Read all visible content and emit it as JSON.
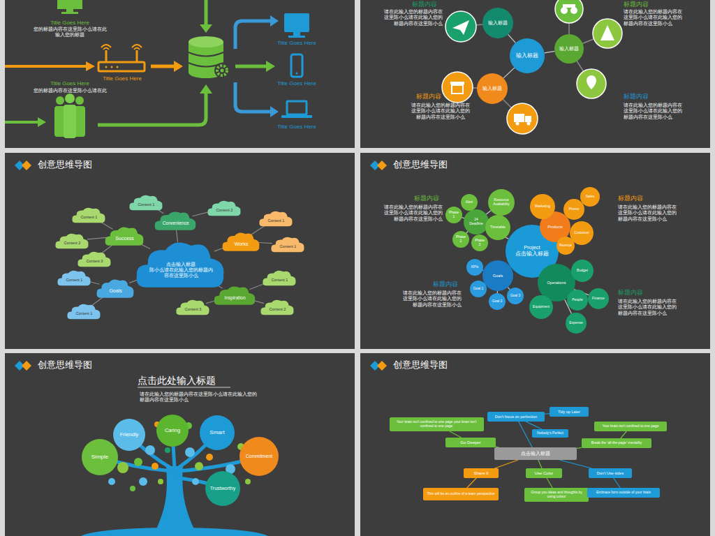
{
  "diagram": {
    "nodes": [
      {
        "text": [
          "输入标题"
        ]
      },
      {
        "text": [
          "输入标题"
        ]
      },
      {
        "text": [
          "输入标题"
        ]
      },
      {
        "text": [
          "输入标题"
        ]
      },
      {
        "text": [
          "点击输入标题",
          "陈小么请在此输入您的标题内容在这里陈小么"
        ]
      },
      {
        "text": [
          "Success"
        ]
      },
      {
        "text": [
          "Goals"
        ]
      },
      {
        "text": [
          "Convenience"
        ]
      },
      {
        "text": [
          "Works"
        ]
      },
      {
        "text": [
          "Inspiration"
        ]
      },
      {
        "text": [
          "Content 1"
        ]
      },
      {
        "text": [
          "Content 2"
        ]
      },
      {
        "text": [
          "Content 1"
        ]
      },
      {
        "text": [
          "Content 2"
        ]
      },
      {
        "text": [
          "Content 3"
        ]
      },
      {
        "text": [
          "Content 1"
        ]
      },
      {
        "text": [
          "Content 1"
        ]
      },
      {
        "text": [
          "Content 1"
        ]
      },
      {
        "text": [
          "Content 1"
        ]
      },
      {
        "text": [
          "Content 1"
        ]
      },
      {
        "text": [
          "Content 3"
        ]
      },
      {
        "text": [
          "Content 2"
        ]
      },
      {
        "text": [
          "Project",
          "点击输入标题"
        ]
      },
      {
        "text": [
          "24",
          "Deadline"
        ]
      },
      {
        "text": [
          "Alert"
        ]
      },
      {
        "text": [
          "Resource Availability"
        ]
      },
      {
        "text": [
          "Phase 1"
        ]
      },
      {
        "text": [
          "Timetable"
        ]
      },
      {
        "text": [
          "Phase 2"
        ]
      },
      {
        "text": [
          "Phase 3"
        ]
      },
      {
        "text": [
          "Products"
        ]
      },
      {
        "text": [
          "Marketing"
        ]
      },
      {
        "text": [
          "Promo"
        ]
      },
      {
        "text": [
          "Sales"
        ]
      },
      {
        "text": [
          "Customer"
        ]
      },
      {
        "text": [
          "Revenue"
        ]
      },
      {
        "text": [
          "Goals"
        ]
      },
      {
        "text": [
          "KPIs"
        ]
      },
      {
        "text": [
          "Goal 1"
        ]
      },
      {
        "text": [
          "Goal 2"
        ]
      },
      {
        "text": [
          "Goal 3"
        ]
      },
      {
        "text": [
          "Operations"
        ]
      },
      {
        "text": [
          "Budget"
        ]
      },
      {
        "text": [
          "People"
        ]
      },
      {
        "text": [
          "Finance"
        ]
      },
      {
        "text": [
          "Equipment"
        ]
      },
      {
        "text": [
          "Expense"
        ]
      },
      {
        "text": [
          "Simple"
        ]
      },
      {
        "text": [
          "Friendly"
        ]
      },
      {
        "text": [
          "Caring"
        ]
      },
      {
        "text": [
          "Smart"
        ]
      },
      {
        "text": [
          "Commitment"
        ]
      },
      {
        "text": [
          "Trustworthy"
        ]
      },
      {
        "text": [
          "点击输入标题"
        ]
      },
      {
        "text": [
          "Go Deeper"
        ]
      },
      {
        "text": [
          "Your brain isn't confined to one page your brain isn't confined to one page"
        ]
      },
      {
        "text": [
          "Don't focus on perfection"
        ]
      },
      {
        "text": [
          "Tidy up Later"
        ]
      },
      {
        "text": [
          "Nobody's Perfect"
        ]
      },
      {
        "text": [
          "Break the 'all-the-page' mentality"
        ]
      },
      {
        "text": [
          "Your brain isn't confined to one page"
        ]
      },
      {
        "text": [
          "Share It"
        ]
      },
      {
        "text": [
          "This will be an outline of a team perspective"
        ]
      },
      {
        "text": [
          "Use Color"
        ]
      },
      {
        "text": [
          "Group you ideas and thoughts by using colour"
        ]
      },
      {
        "text": [
          "Don't Use sides"
        ]
      },
      {
        "text": [
          "Embrace form outside of your brain"
        ]
      }
    ],
    "edges": [
      {
        "from": 0,
        "to": 1,
        "arrow": "none"
      },
      {
        "from": 0,
        "to": 2,
        "arrow": "none"
      },
      {
        "from": 0,
        "to": 3,
        "arrow": "none"
      },
      {
        "from": 4,
        "to": 5,
        "arrow": "none"
      },
      {
        "from": 4,
        "to": 6,
        "arrow": "none"
      },
      {
        "from": 4,
        "to": 7,
        "arrow": "none"
      },
      {
        "from": 4,
        "to": 8,
        "arrow": "none"
      },
      {
        "from": 4,
        "to": 9,
        "arrow": "none"
      },
      {
        "from": 5,
        "to": 12,
        "arrow": "none"
      },
      {
        "from": 5,
        "to": 13,
        "arrow": "none"
      },
      {
        "from": 5,
        "to": 14,
        "arrow": "none"
      },
      {
        "from": 6,
        "to": 15,
        "arrow": "none"
      },
      {
        "from": 6,
        "to": 16,
        "arrow": "none"
      },
      {
        "from": 7,
        "to": 10,
        "arrow": "none"
      },
      {
        "from": 7,
        "to": 11,
        "arrow": "none"
      },
      {
        "from": 8,
        "to": 17,
        "arrow": "none"
      },
      {
        "from": 8,
        "to": 18,
        "arrow": "none"
      },
      {
        "from": 9,
        "to": 19,
        "arrow": "none"
      },
      {
        "from": 9,
        "to": 20,
        "arrow": "none"
      },
      {
        "from": 9,
        "to": 21,
        "arrow": "none"
      },
      {
        "from": 22,
        "to": 23,
        "arrow": "none"
      },
      {
        "from": 22,
        "to": 30,
        "arrow": "none"
      },
      {
        "from": 22,
        "to": 36,
        "arrow": "none"
      },
      {
        "from": 22,
        "to": 41,
        "arrow": "none"
      },
      {
        "from": 23,
        "to": 24,
        "arrow": "none"
      },
      {
        "from": 23,
        "to": 25,
        "arrow": "none"
      },
      {
        "from": 23,
        "to": 26,
        "arrow": "none"
      },
      {
        "from": 23,
        "to": 27,
        "arrow": "none"
      },
      {
        "from": 23,
        "to": 28,
        "arrow": "none"
      },
      {
        "from": 23,
        "to": 29,
        "arrow": "none"
      },
      {
        "from": 30,
        "to": 31,
        "arrow": "none"
      },
      {
        "from": 30,
        "to": 32,
        "arrow": "none"
      },
      {
        "from": 30,
        "to": 33,
        "arrow": "none"
      },
      {
        "from": 30,
        "to": 34,
        "arrow": "none"
      },
      {
        "from": 30,
        "to": 35,
        "arrow": "none"
      },
      {
        "from": 36,
        "to": 37,
        "arrow": "none"
      },
      {
        "from": 36,
        "to": 38,
        "arrow": "none"
      },
      {
        "from": 36,
        "to": 39,
        "arrow": "none"
      },
      {
        "from": 36,
        "to": 40,
        "arrow": "none"
      },
      {
        "from": 41,
        "to": 42,
        "arrow": "none"
      },
      {
        "from": 41,
        "to": 43,
        "arrow": "none"
      },
      {
        "from": 41,
        "to": 44,
        "arrow": "none"
      },
      {
        "from": 41,
        "to": 45,
        "arrow": "none"
      },
      {
        "from": 41,
        "to": 46,
        "arrow": "none"
      },
      {
        "from": 53,
        "to": 54,
        "arrow": "none"
      },
      {
        "from": 53,
        "to": 56,
        "arrow": "none"
      },
      {
        "from": 53,
        "to": 59,
        "arrow": "none"
      },
      {
        "from": 53,
        "to": 61,
        "arrow": "none"
      },
      {
        "from": 53,
        "to": 63,
        "arrow": "none"
      },
      {
        "from": 53,
        "to": 65,
        "arrow": "none"
      },
      {
        "from": 54,
        "to": 55,
        "arrow": "none"
      },
      {
        "from": 56,
        "to": 57,
        "arrow": "none"
      },
      {
        "from": 56,
        "to": 58,
        "arrow": "none"
      },
      {
        "from": 59,
        "to": 60,
        "arrow": "none"
      },
      {
        "from": 61,
        "to": 62,
        "arrow": "none"
      },
      {
        "from": 63,
        "to": 64,
        "arrow": "none"
      },
      {
        "from": 65,
        "to": 66,
        "arrow": "none"
      }
    ],
    "labels": [
      "Title Goes Here",
      "您的标题内容在这里陈小么请在此输入您的标题",
      "Title Goes Here",
      "Title Goes Here",
      "您的标题内容在这里陈小么请在此",
      "Title Goes Here",
      "Title Goes Here",
      "Title Goes Here",
      "标题内容",
      "请在此输入您的标题内容在这里陈小么请在此输入您的标题内容在这里陈小么",
      "标题内容",
      "请在此输入您的标题内容在这里陈小么请在此输入您的标题内容在这里陈小么",
      "标题内容",
      "请在此输入您的标题内容在这里陈小么请在此输入您的标题内容在这里陈小么",
      "标题内容",
      "请在此输入您的标题内容在这里陈小么请在此输入您的标题内容在这里陈小么",
      "创意思维导图",
      "创意思维导图",
      "创意思维导图",
      "创意思维导图",
      "标题内容",
      "请在此输入您的标题内容在这里陈小么请在此输入您的标题内容在这里陈小么",
      "标题内容",
      "请在此输入您的标题内容在这里陈小么请在此输入您的标题内容在这里陈小么",
      "标题内容",
      "请在此输入您的标题内容在这里陈小么请在此输入您的标题内容在这里陈小么",
      "标题内容",
      "请在此输入您的标题内容在这里陈小么请在此输入您的标题内容在这里陈小么",
      "点击此处输入标题",
      "请在此输入您的标题内容在这里陈小么请在此输入您的标题内容在这里陈小么"
    ]
  }
}
